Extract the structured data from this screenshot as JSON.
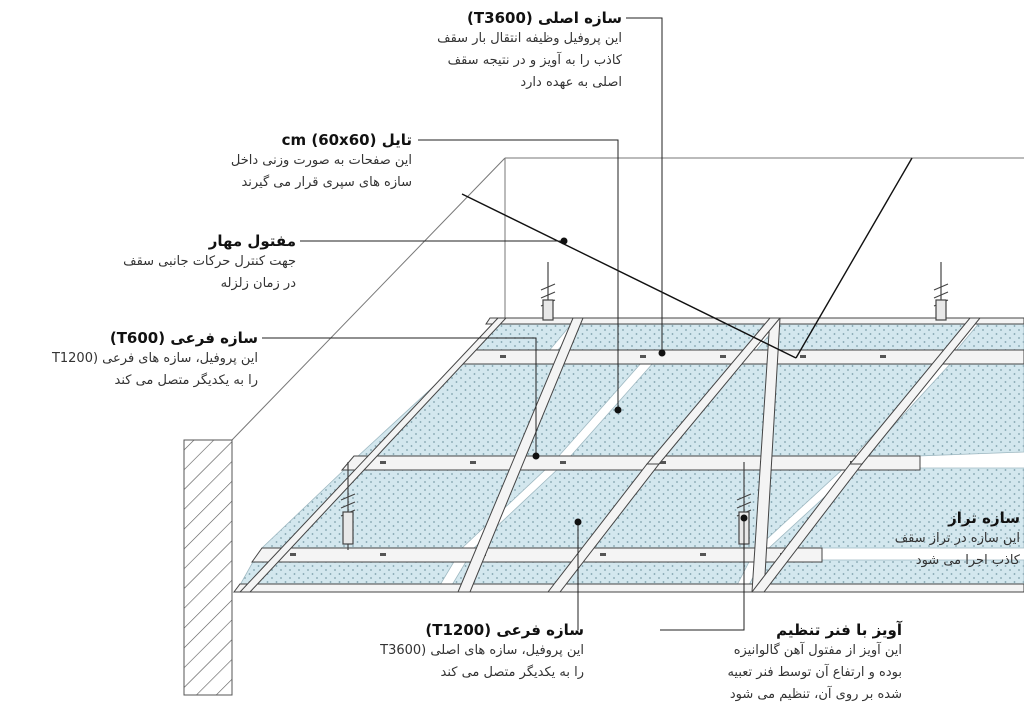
{
  "labels": {
    "main_runner": {
      "title": "سازه اصلی (T3600)",
      "lines": [
        "این پروفیل وظیفه انتقال بار سقف",
        "کاذب را به آویز و در نتیجه سقف",
        "اصلی به عهده دارد"
      ]
    },
    "tile": {
      "title": "تایل (60x60) cm",
      "lines": [
        "این صفحات به صورت وزنی داخل",
        "سازه های سپری قرار می گیرند"
      ]
    },
    "bracing_wire": {
      "title": "مفتول مهار",
      "lines": [
        "جهت کنترل حرکات جانبی سقف",
        "در زمان زلزله"
      ]
    },
    "cross_tee_600": {
      "title": "سازه فرعی (T600)",
      "lines": [
        "این پروفیل، سازه های فرعی (T1200",
        "را به یکدیگر متصل می کند"
      ]
    },
    "wall_angle": {
      "title": "سازه تراز",
      "lines": [
        "این سازه در تراز سقف",
        "کاذب اجرا می شود"
      ]
    },
    "cross_tee_1200": {
      "title": "سازه فرعی (T1200)",
      "lines": [
        "این پروفیل، سازه های اصلی (T3600",
        "را به یکدیگر متصل می کند"
      ]
    },
    "spring_hanger": {
      "title": "آویز با فنر تنظیم",
      "lines": [
        "این آویز از مفتول آهن گالوانیزه",
        "بوده و ارتفاع آن توسط فنر تعبیه",
        "شده بر روی آن، تنظیم می شود"
      ]
    }
  }
}
